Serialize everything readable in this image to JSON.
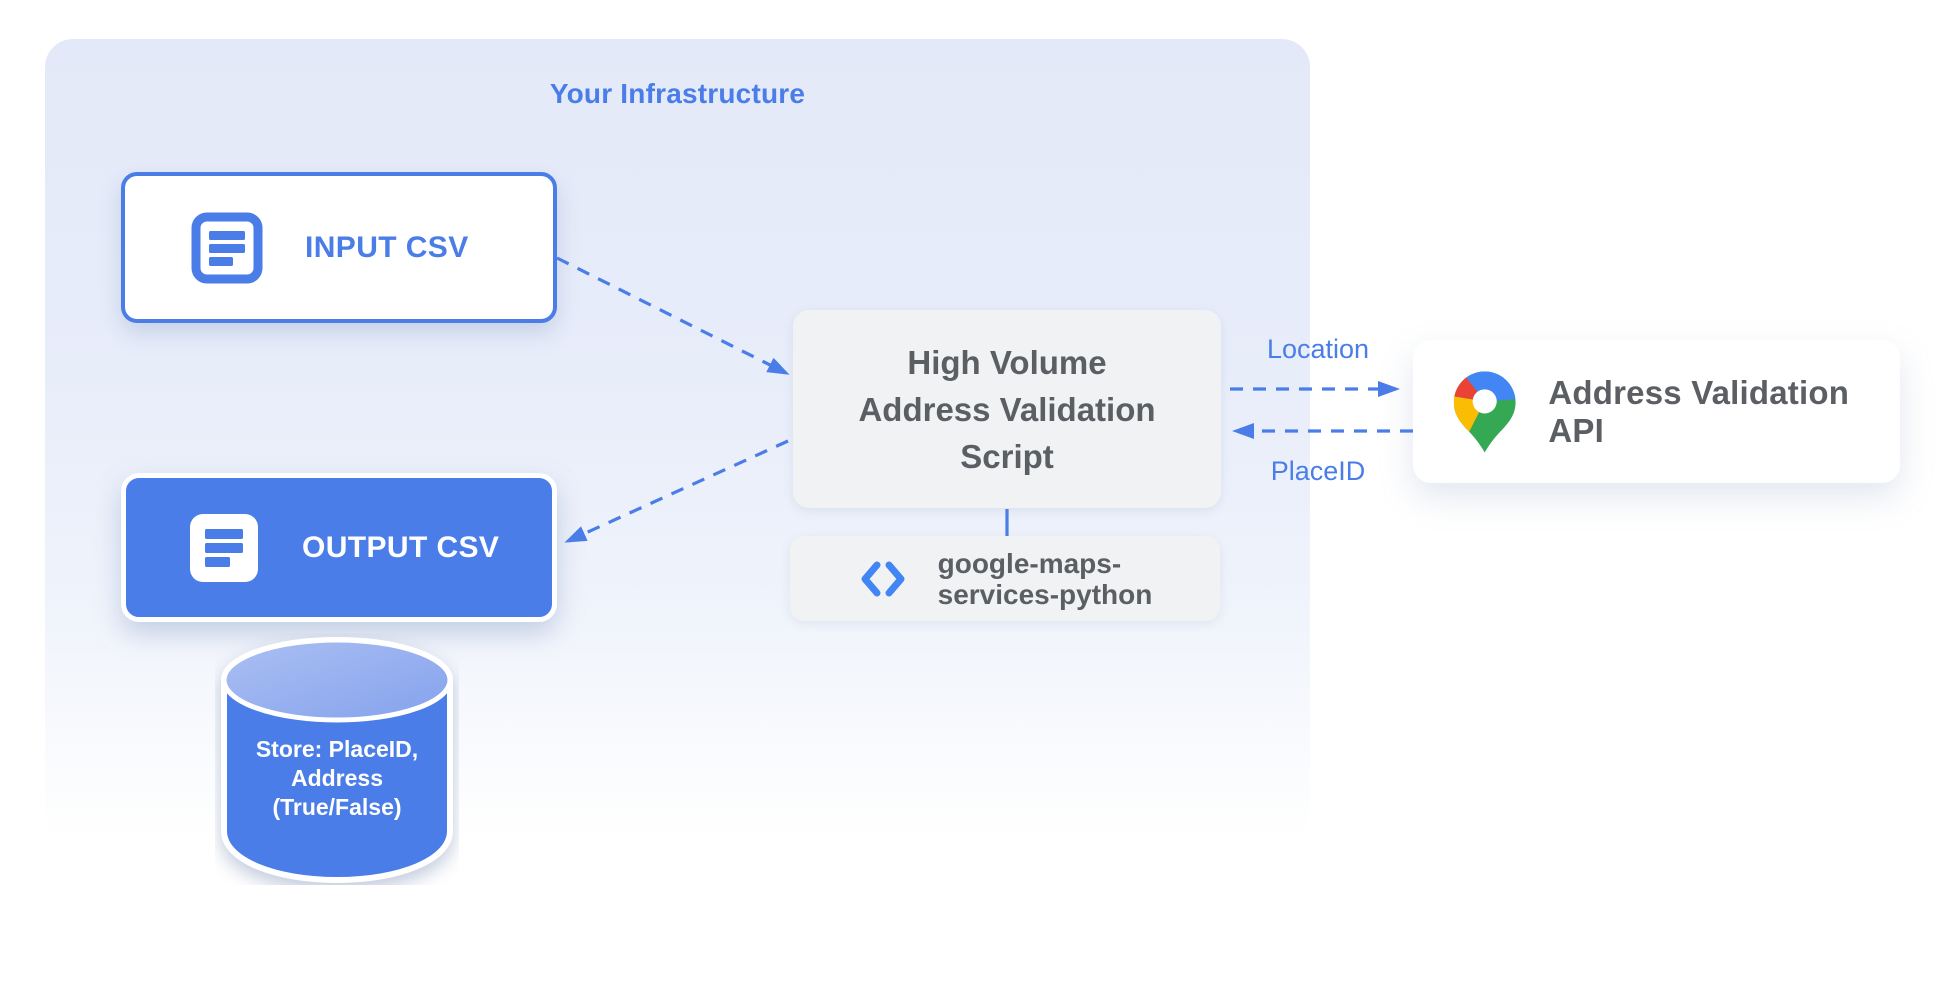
{
  "diagram": {
    "panel": {
      "title": "Your Infrastructure"
    },
    "nodes": {
      "input_csv": {
        "label": "INPUT CSV",
        "icon": "document-icon"
      },
      "output_csv": {
        "label": "OUTPUT CSV",
        "icon": "document-icon"
      },
      "datastore": {
        "shape": "cylinder",
        "lines": [
          "Store: PlaceID,",
          "Address",
          "(True/False)"
        ]
      },
      "script": {
        "lines": [
          "High Volume",
          "Address Validation",
          "Script"
        ]
      },
      "library": {
        "icon": "code-icon",
        "lines": [
          "google-maps-",
          "services-python"
        ]
      },
      "api": {
        "icon": "google-maps-pin-icon",
        "label": "Address Validation API"
      }
    },
    "edges": {
      "input_to_script": {
        "style": "dashed",
        "label": ""
      },
      "script_to_output": {
        "style": "dashed",
        "label": ""
      },
      "script_to_api": {
        "style": "dashed",
        "label": "Location"
      },
      "api_to_script": {
        "style": "dashed",
        "label": "PlaceID"
      },
      "script_to_library": {
        "style": "solid",
        "label": ""
      }
    },
    "colors": {
      "blue": "#4a7de8",
      "panel_top": "#e3e9f8",
      "gray_box": "#f1f2f4",
      "text_dark": "#5b5f64",
      "cylinder_top_light": "#abbff3",
      "cylinder_top_dark": "#84a2ec",
      "pin_red": "#ea4335",
      "pin_blue": "#4285f4",
      "pin_yellow": "#fbbc04",
      "pin_green": "#34a853",
      "white": "#ffffff"
    }
  }
}
